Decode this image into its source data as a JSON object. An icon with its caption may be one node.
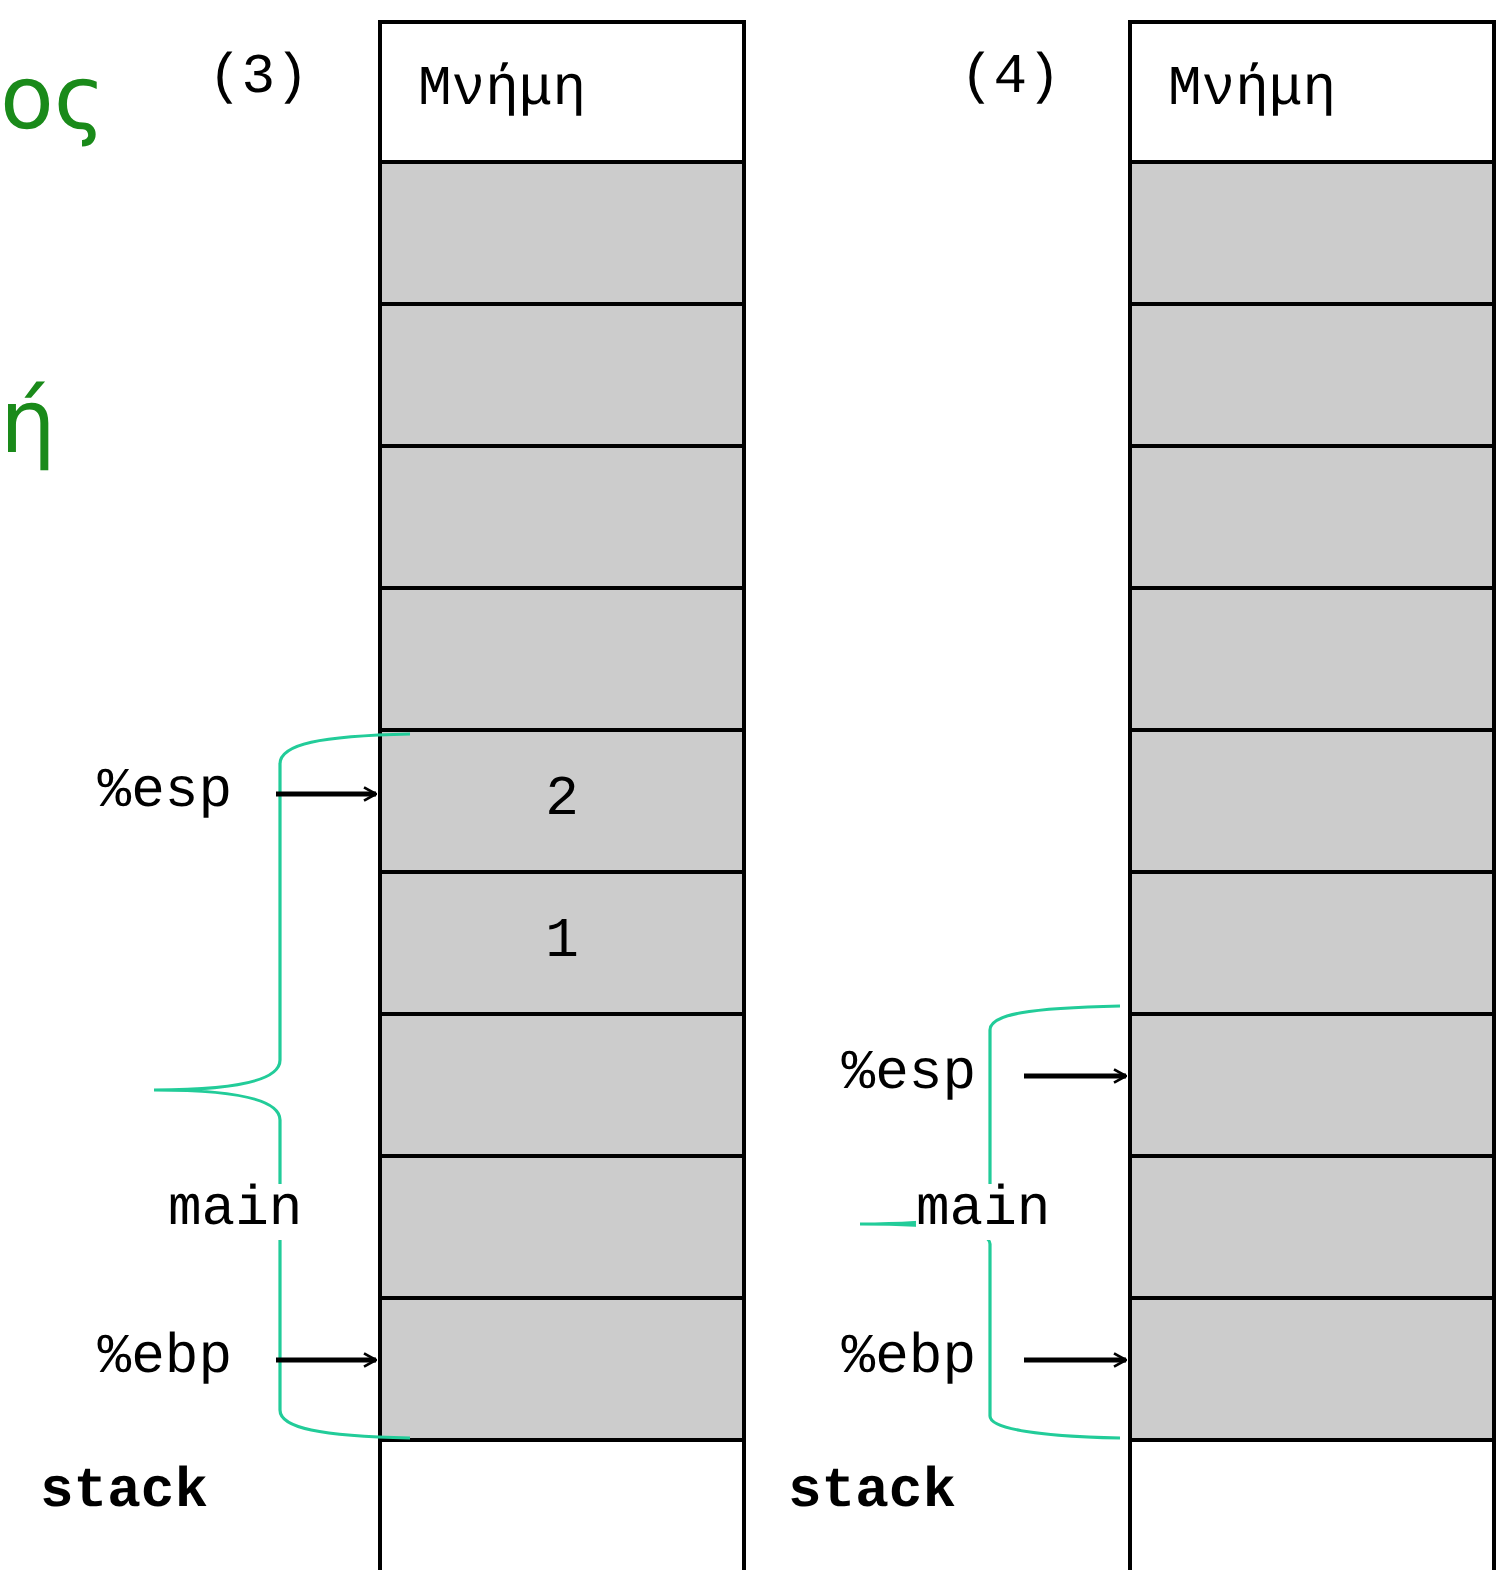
{
  "diagram": {
    "nodes": [
      {
        "text": [
          "Μνήμη"
        ]
      },
      {
        "text": [],
        "shape": "box"
      },
      {
        "text": [],
        "shape": "box"
      },
      {
        "text": [],
        "shape": "box"
      },
      {
        "text": [],
        "shape": "box"
      },
      {
        "text": [
          "2"
        ]
      },
      {
        "text": [
          "1"
        ]
      },
      {
        "text": [],
        "shape": "box"
      },
      {
        "text": [],
        "shape": "box"
      },
      {
        "text": [],
        "shape": "box"
      },
      {
        "text": [],
        "shape": "box"
      },
      {
        "text": [
          "Μνήμη"
        ]
      },
      {
        "text": [],
        "shape": "box"
      },
      {
        "text": [],
        "shape": "box"
      },
      {
        "text": [],
        "shape": "box"
      },
      {
        "text": [],
        "shape": "box"
      },
      {
        "text": [],
        "shape": "box"
      },
      {
        "text": [],
        "shape": "box"
      },
      {
        "text": [],
        "shape": "box"
      },
      {
        "text": [],
        "shape": "box"
      },
      {
        "text": [],
        "shape": "box"
      },
      {
        "text": [],
        "shape": "box"
      },
      {
        "text": [
          "%esp"
        ]
      },
      {
        "text": [
          "%ebp"
        ]
      },
      {
        "text": [
          "%esp"
        ]
      },
      {
        "text": [
          "%ebp"
        ]
      }
    ],
    "edges": [
      {
        "from": 22,
        "to": 5,
        "arrow": "to"
      },
      {
        "from": 23,
        "to": 9,
        "arrow": "to"
      },
      {
        "from": 24,
        "to": 18,
        "arrow": "to"
      },
      {
        "from": 25,
        "to": 20,
        "arrow": "to"
      }
    ],
    "labels": [
      "ος",
      "ή",
      "(3)",
      "(4)",
      "main",
      "main",
      "stack",
      "stack"
    ]
  }
}
